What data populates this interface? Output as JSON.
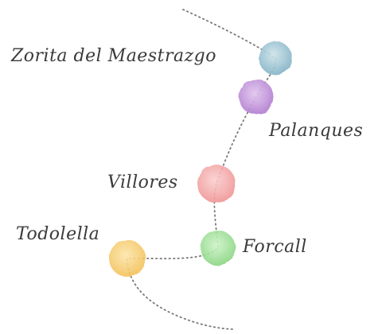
{
  "route": {
    "towns": [
      {
        "name": "Zorita del Maestrazgo",
        "color": "#9ec4d4"
      },
      {
        "name": "Palanques",
        "color": "#c493dc"
      },
      {
        "name": "Villores",
        "color": "#f4a8a8"
      },
      {
        "name": "Forcall",
        "color": "#9fe29a"
      },
      {
        "name": "Todolella",
        "color": "#f8d27a"
      }
    ],
    "path_color": "#7a7a7a"
  }
}
